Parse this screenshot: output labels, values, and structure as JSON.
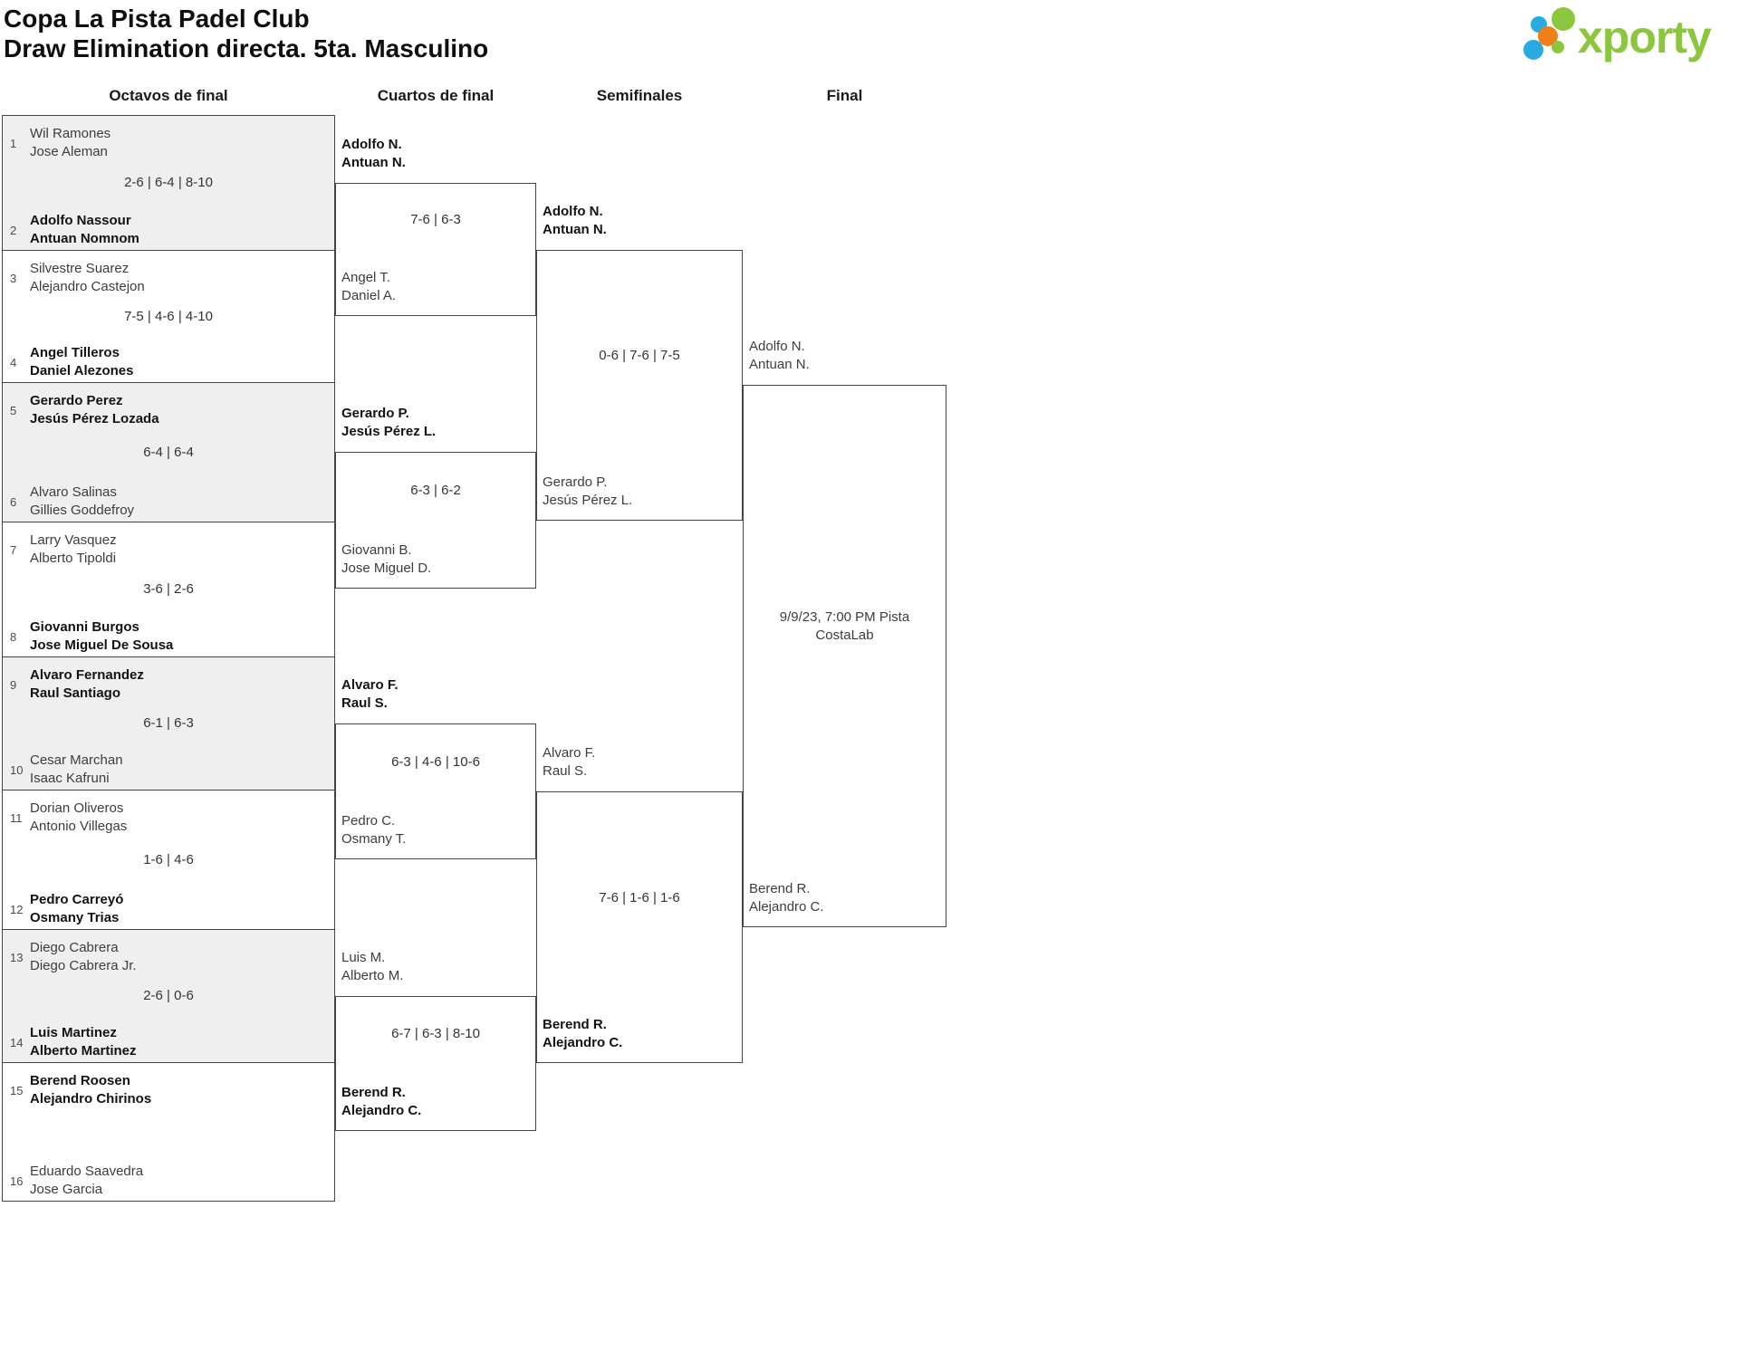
{
  "header": {
    "title": "Copa La Pista Padel Club",
    "subtitle": "Draw Elimination directa. 5ta. Masculino",
    "logo_text": "xporty"
  },
  "colors": {
    "logo_green": "#8CC63E",
    "logo_blue": "#29ABE2",
    "logo_orange": "#EE7F1B"
  },
  "rounds": {
    "r16_label": "Octavos de final",
    "qf_label": "Cuartos de final",
    "sf_label": "Semifinales",
    "final_label": "Final"
  },
  "r16": [
    {
      "seed1": "1",
      "t1p1": "Wil Ramones",
      "t1p2": "Jose Aleman",
      "score": "2-6 | 6-4 | 8-10",
      "seed2": "2",
      "t2p1": "Adolfo Nassour",
      "t2p2": "Antuan Nomnom"
    },
    {
      "seed1": "3",
      "t1p1": "Silvestre Suarez",
      "t1p2": "Alejandro Castejon",
      "score": "7-5 | 4-6 | 4-10",
      "seed2": "4",
      "t2p1": "Angel Tilleros",
      "t2p2": "Daniel Alezones"
    },
    {
      "seed1": "5",
      "t1p1": "Gerardo Perez",
      "t1p2": "Jesús Pérez Lozada",
      "score": "6-4 | 6-4",
      "seed2": "6",
      "t2p1": "Alvaro Salinas",
      "t2p2": "Gillies Goddefroy"
    },
    {
      "seed1": "7",
      "t1p1": "Larry Vasquez",
      "t1p2": "Alberto Tipoldi",
      "score": "3-6 | 2-6",
      "seed2": "8",
      "t2p1": "Giovanni Burgos",
      "t2p2": "Jose Miguel De Sousa"
    },
    {
      "seed1": "9",
      "t1p1": "Alvaro Fernandez",
      "t1p2": "Raul Santiago",
      "score": "6-1 | 6-3",
      "seed2": "10",
      "t2p1": "Cesar Marchan",
      "t2p2": "Isaac Kafruni"
    },
    {
      "seed1": "11",
      "t1p1": "Dorian Oliveros",
      "t1p2": "Antonio Villegas",
      "score": "1-6 | 4-6",
      "seed2": "12",
      "t2p1": "Pedro Carreyó",
      "t2p2": "Osmany Trias"
    },
    {
      "seed1": "13",
      "t1p1": "Diego Cabrera",
      "t1p2": "Diego Cabrera Jr.",
      "score": "2-6 | 0-6",
      "seed2": "14",
      "t2p1": "Luis Martinez",
      "t2p2": "Alberto Martinez"
    },
    {
      "seed1": "15",
      "t1p1": "Berend Roosen",
      "t1p2": "Alejandro Chirinos",
      "score": "",
      "seed2": "16",
      "t2p1": "Eduardo Saavedra",
      "t2p2": "Jose Garcia"
    }
  ],
  "qf": [
    {
      "t1p1": "Adolfo N.",
      "t1p2": "Antuan N.",
      "score": "7-6 | 6-3",
      "t2p1": "Angel T.",
      "t2p2": "Daniel A."
    },
    {
      "t1p1": "Gerardo P.",
      "t1p2": "Jesús Pérez L.",
      "score": "6-3 | 6-2",
      "t2p1": "Giovanni B.",
      "t2p2": "Jose Miguel D."
    },
    {
      "t1p1": "Alvaro F.",
      "t1p2": "Raul S.",
      "score": "6-3 | 4-6 | 10-6",
      "t2p1": "Pedro C.",
      "t2p2": "Osmany T."
    },
    {
      "t1p1": "Luis M.",
      "t1p2": "Alberto M.",
      "score": "6-7 | 6-3 | 8-10",
      "t2p1": "Berend R.",
      "t2p2": "Alejandro C."
    }
  ],
  "sf": [
    {
      "t1p1": "Adolfo N.",
      "t1p2": "Antuan N.",
      "score": "0-6 | 7-6 | 7-5",
      "t2p1": "Gerardo P.",
      "t2p2": "Jesús Pérez L."
    },
    {
      "t1p1": "Alvaro F.",
      "t1p2": "Raul S.",
      "score": "7-6 | 1-6 | 1-6",
      "t2p1": "Berend R.",
      "t2p2": "Alejandro C."
    }
  ],
  "final": {
    "t1p1": "Adolfo N.",
    "t1p2": "Antuan N.",
    "schedule1": "9/9/23, 7:00 PM Pista",
    "schedule2": "CostaLab",
    "t2p1": "Berend R.",
    "t2p2": "Alejandro C."
  }
}
